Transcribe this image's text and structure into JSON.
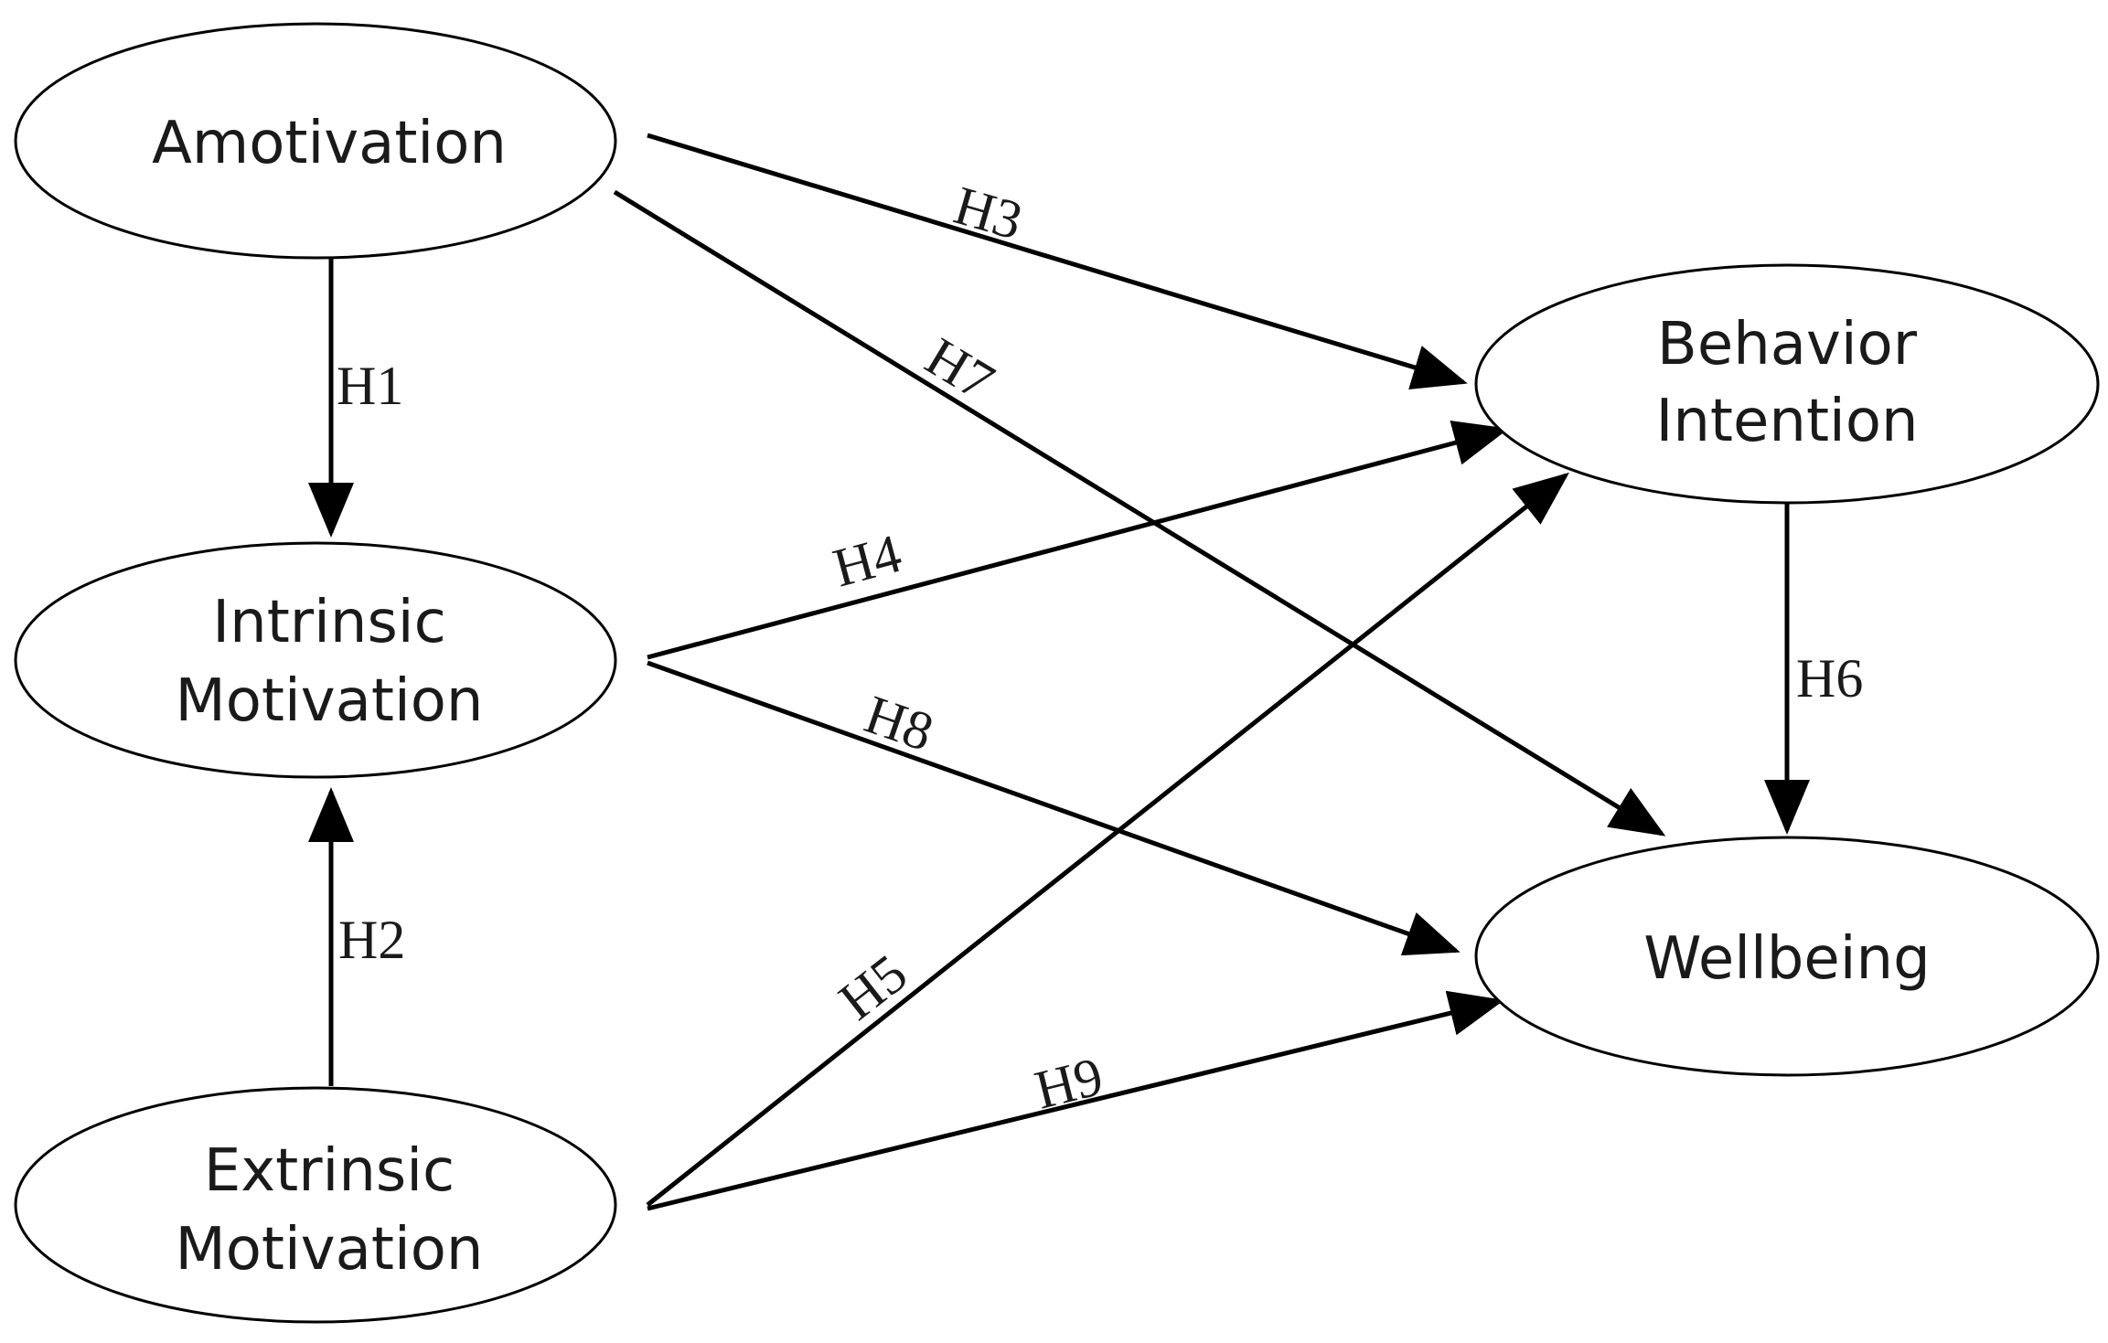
{
  "nodes": {
    "amotivation": {
      "lines": [
        "Amotivation"
      ]
    },
    "intrinsic": {
      "lines": [
        "Intrinsic",
        "Motivation"
      ]
    },
    "extrinsic": {
      "lines": [
        "Extrinsic",
        "Motivation"
      ]
    },
    "behavior": {
      "lines": [
        "Behavior",
        "Intention"
      ]
    },
    "wellbeing": {
      "lines": [
        "Wellbeing"
      ]
    }
  },
  "edges": [
    {
      "id": "h1",
      "label": "H1",
      "from": "Amotivation",
      "to": "Intrinsic Motivation"
    },
    {
      "id": "h2",
      "label": "H2",
      "from": "Extrinsic Motivation",
      "to": "Intrinsic Motivation"
    },
    {
      "id": "h3",
      "label": "H3",
      "from": "Amotivation",
      "to": "Behavior Intention"
    },
    {
      "id": "h4",
      "label": "H4",
      "from": "Intrinsic Motivation",
      "to": "Behavior Intention"
    },
    {
      "id": "h5",
      "label": "H5",
      "from": "Extrinsic Motivation",
      "to": "Behavior Intention"
    },
    {
      "id": "h6",
      "label": "H6",
      "from": "Behavior Intention",
      "to": "Wellbeing"
    },
    {
      "id": "h7",
      "label": "H7",
      "from": "Amotivation",
      "to": "Wellbeing"
    },
    {
      "id": "h8",
      "label": "H8",
      "from": "Intrinsic Motivation",
      "to": "Wellbeing"
    },
    {
      "id": "h9",
      "label": "H9",
      "from": "Extrinsic Motivation",
      "to": "Wellbeing"
    }
  ]
}
